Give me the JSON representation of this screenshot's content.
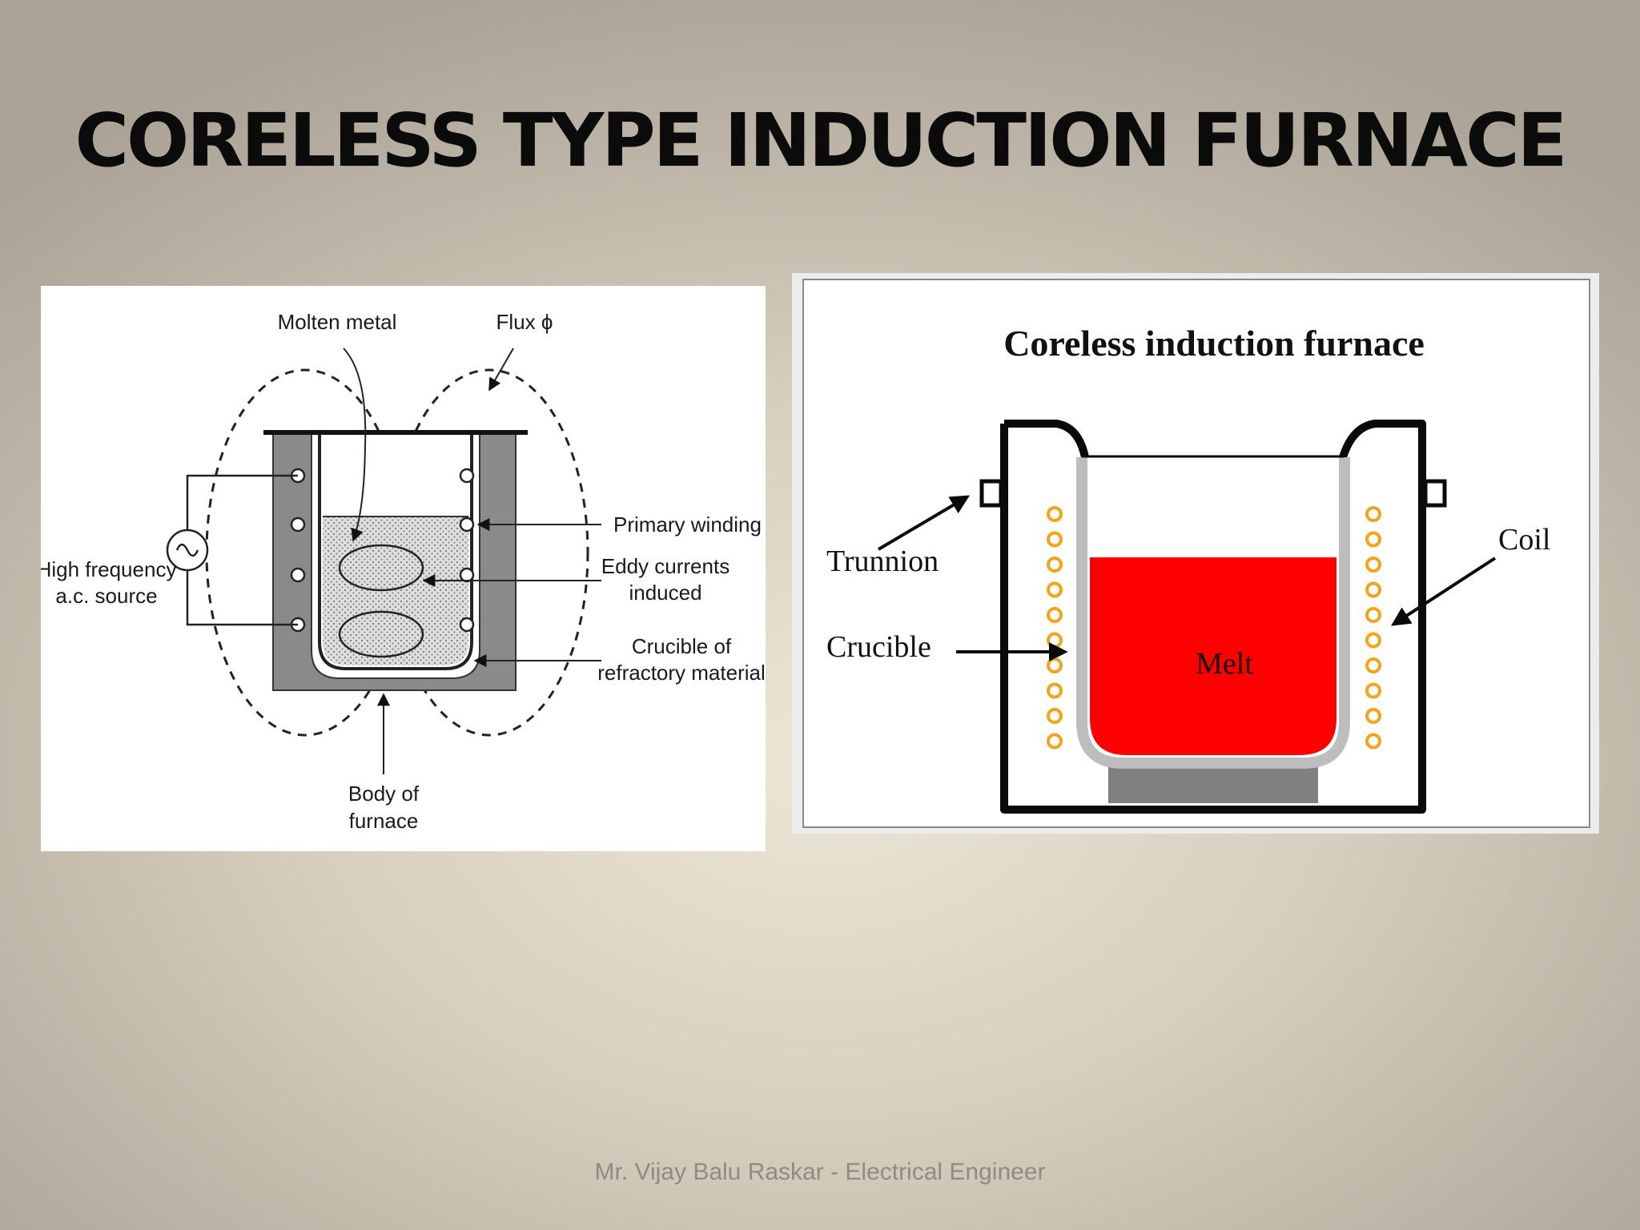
{
  "title": "CORELESS TYPE INDUCTION FURNACE",
  "left_diagram": {
    "labels": {
      "molten_metal": "Molten metal",
      "flux": "Flux ϕ",
      "primary_winding": "Primary winding",
      "eddy_line1": "Eddy currents",
      "eddy_line2": "induced",
      "crucible_line1": "Crucible of",
      "crucible_line2": "refractory material",
      "source_line1": "High frequency",
      "source_line2": "a.c. source",
      "body_line1": "Body of",
      "body_line2": "furnace"
    },
    "icons": [
      "ac-source-symbol-icon"
    ]
  },
  "right_diagram": {
    "title": "Coreless induction furnace",
    "labels": {
      "trunnion": "Trunnion",
      "crucible": "Crucible",
      "coil": "Coil",
      "melt": "Melt"
    },
    "colors": {
      "melt": "#ff0000",
      "coil": "#f4a41b",
      "base": "#808080",
      "crucible_wall": "#bdbdbd"
    }
  },
  "footer": "Mr. Vijay Balu Raskar - Electrical Engineer"
}
